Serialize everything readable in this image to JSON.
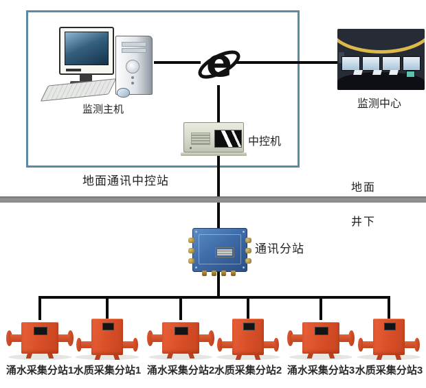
{
  "labels": {
    "monitor_host": "监测主机",
    "control_machine": "中控机",
    "monitor_center": "监测中心",
    "surface_station": "地面通讯中控站",
    "surface": "地面",
    "underground": "井下",
    "comm_substation": "通讯分站"
  },
  "devices": [
    {
      "label": "涌水采集分站1",
      "type": "water-inflow"
    },
    {
      "label": "水质采集分站1",
      "type": "water-quality"
    },
    {
      "label": "涌水采集分站2",
      "type": "water-inflow"
    },
    {
      "label": "水质采集分站2",
      "type": "water-quality"
    },
    {
      "label": "涌水采集分站3",
      "type": "water-inflow"
    },
    {
      "label": "水质采集分站3",
      "type": "water-quality"
    }
  ],
  "icons": {
    "network": "internet-e-logo"
  },
  "colors": {
    "station_border": "#5b8aa5",
    "divider_bar": "#8a8a8a",
    "connection_line": "#0a0a0a",
    "substation_blue": "#3e6ca8",
    "device_orange": "#d94f28"
  }
}
